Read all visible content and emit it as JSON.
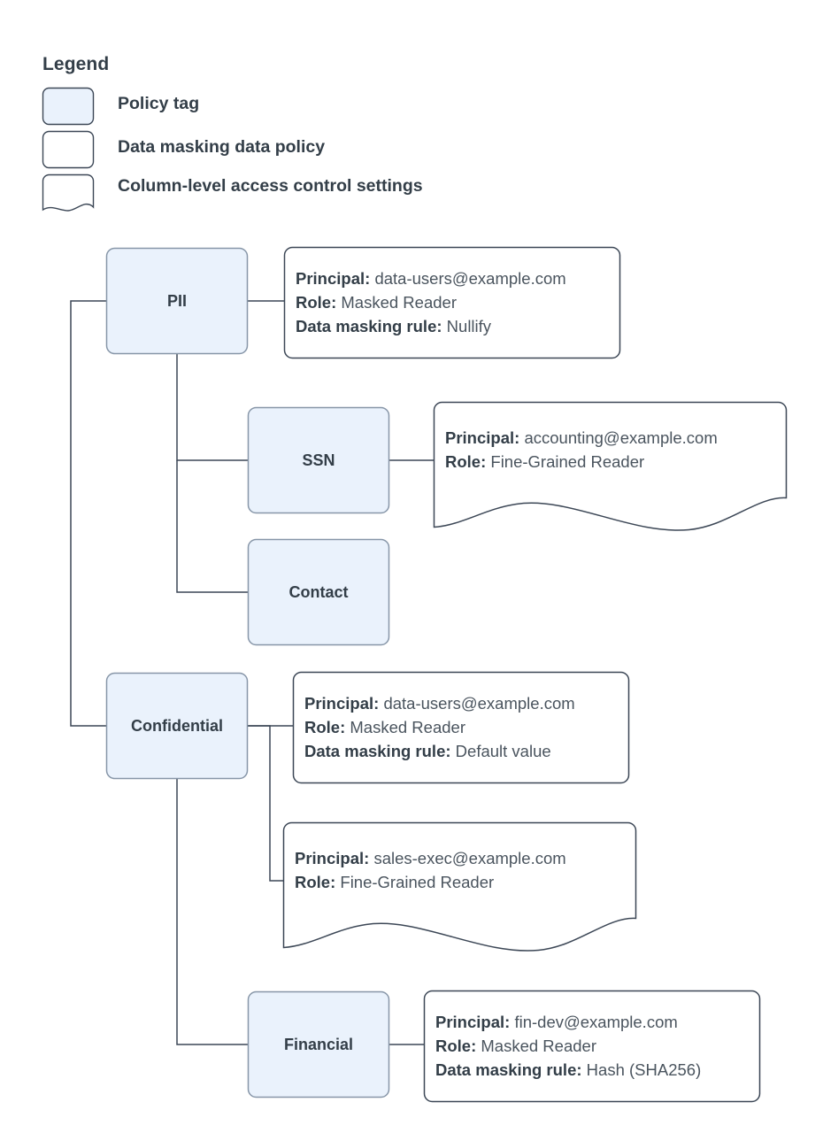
{
  "legend": {
    "title": "Legend",
    "items": [
      {
        "label": "Policy tag",
        "swatch": "policy-tag-swatch"
      },
      {
        "label": "Data masking data policy",
        "swatch": "data-masking-policy-swatch"
      },
      {
        "label": "Column-level access control settings",
        "swatch": "column-access-settings-swatch"
      }
    ]
  },
  "colors": {
    "node_fill": "#eaf2fc",
    "node_stroke": "#8796a8",
    "box_stroke": "#3c4756",
    "connector": "#3c4756",
    "text": "#333e48",
    "value_text": "#4a545e",
    "background": "#ffffff"
  },
  "nodes": [
    {
      "id": "pii",
      "label": "PII"
    },
    {
      "id": "ssn",
      "label": "SSN"
    },
    {
      "id": "contact",
      "label": "Contact"
    },
    {
      "id": "confidential",
      "label": "Confidential"
    },
    {
      "id": "financial",
      "label": "Financial"
    }
  ],
  "annotations": [
    {
      "id": "pii-policy",
      "parent": "PII",
      "shape": "rounded-rect",
      "lines": [
        {
          "key": "Principal:",
          "value": "data-users@example.com"
        },
        {
          "key": "Role:",
          "value": "Masked Reader"
        },
        {
          "key": "Data masking rule:",
          "value": "Nullify"
        }
      ]
    },
    {
      "id": "ssn-access",
      "parent": "SSN",
      "shape": "wavy-document",
      "lines": [
        {
          "key": "Principal:",
          "value": "accounting@example.com"
        },
        {
          "key": "Role:",
          "value": "Fine-Grained Reader"
        }
      ]
    },
    {
      "id": "confidential-policy",
      "parent": "Confidential",
      "shape": "rounded-rect",
      "lines": [
        {
          "key": "Principal:",
          "value": "data-users@example.com"
        },
        {
          "key": "Role:",
          "value": "Masked Reader"
        },
        {
          "key": "Data masking rule:",
          "value": "Default value"
        }
      ]
    },
    {
      "id": "confidential-access",
      "parent": "Confidential",
      "shape": "wavy-document",
      "lines": [
        {
          "key": "Principal:",
          "value": "sales-exec@example.com"
        },
        {
          "key": "Role:",
          "value": "Fine-Grained Reader"
        }
      ]
    },
    {
      "id": "financial-policy",
      "parent": "Financial",
      "shape": "rounded-rect",
      "lines": [
        {
          "key": "Principal:",
          "value": "fin-dev@example.com"
        },
        {
          "key": "Role:",
          "value": "Masked Reader"
        },
        {
          "key": "Data masking rule:",
          "value": "Hash (SHA256)"
        }
      ]
    }
  ]
}
